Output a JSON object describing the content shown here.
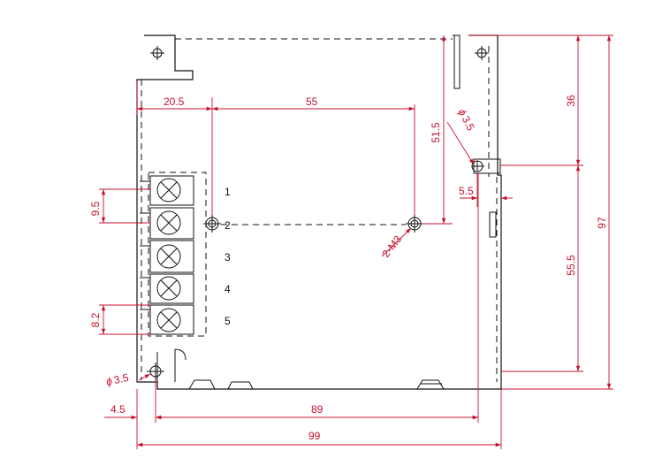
{
  "dimensions": {
    "top_left_offset": "20.5",
    "hole_spacing": "55",
    "hole_height": "51.5",
    "top_hole_diameter": "3.5",
    "side_offset": "5.5",
    "right_upper": "36",
    "right_lower": "55.5",
    "total_height": "97",
    "pin_pitch": "9.5",
    "terminal_width": "8.2",
    "bottom_hole_diameter": "3.5",
    "bottom_left_offset": "4.5",
    "hole_distance": "89",
    "total_width": "99",
    "screw_spec": "2-M3",
    "phi": "ϕ"
  },
  "pins": [
    "1",
    "2",
    "3",
    "4",
    "5"
  ]
}
